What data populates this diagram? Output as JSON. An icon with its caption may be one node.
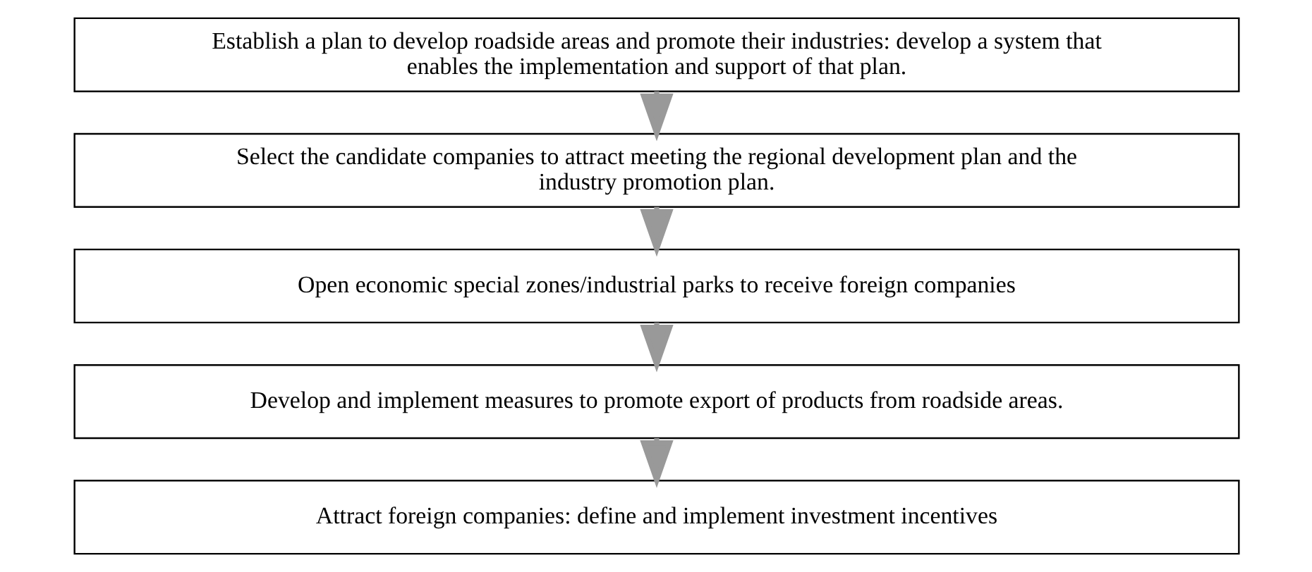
{
  "diagram": {
    "nodes": [
      {
        "text": [
          "Establish a plan to develop roadside areas and promote their industries: develop a system that enables the implementation and support of that plan."
        ]
      },
      {
        "text": [
          "Select the candidate companies to attract meeting the regional development plan and the industry promotion plan."
        ]
      },
      {
        "text": [
          "Open economic special zones/industrial parks to receive foreign companies"
        ]
      },
      {
        "text": [
          "Develop and implement measures to promote export of products from roadside areas."
        ]
      },
      {
        "text": [
          "Attract foreign companies: define and implement investment incentives"
        ]
      }
    ],
    "edges": [
      {
        "from": 0,
        "to": 1,
        "arrow": "to"
      },
      {
        "from": 1,
        "to": 2,
        "arrow": "to"
      },
      {
        "from": 2,
        "to": 3,
        "arrow": "to"
      },
      {
        "from": 3,
        "to": 4,
        "arrow": "to"
      }
    ]
  }
}
